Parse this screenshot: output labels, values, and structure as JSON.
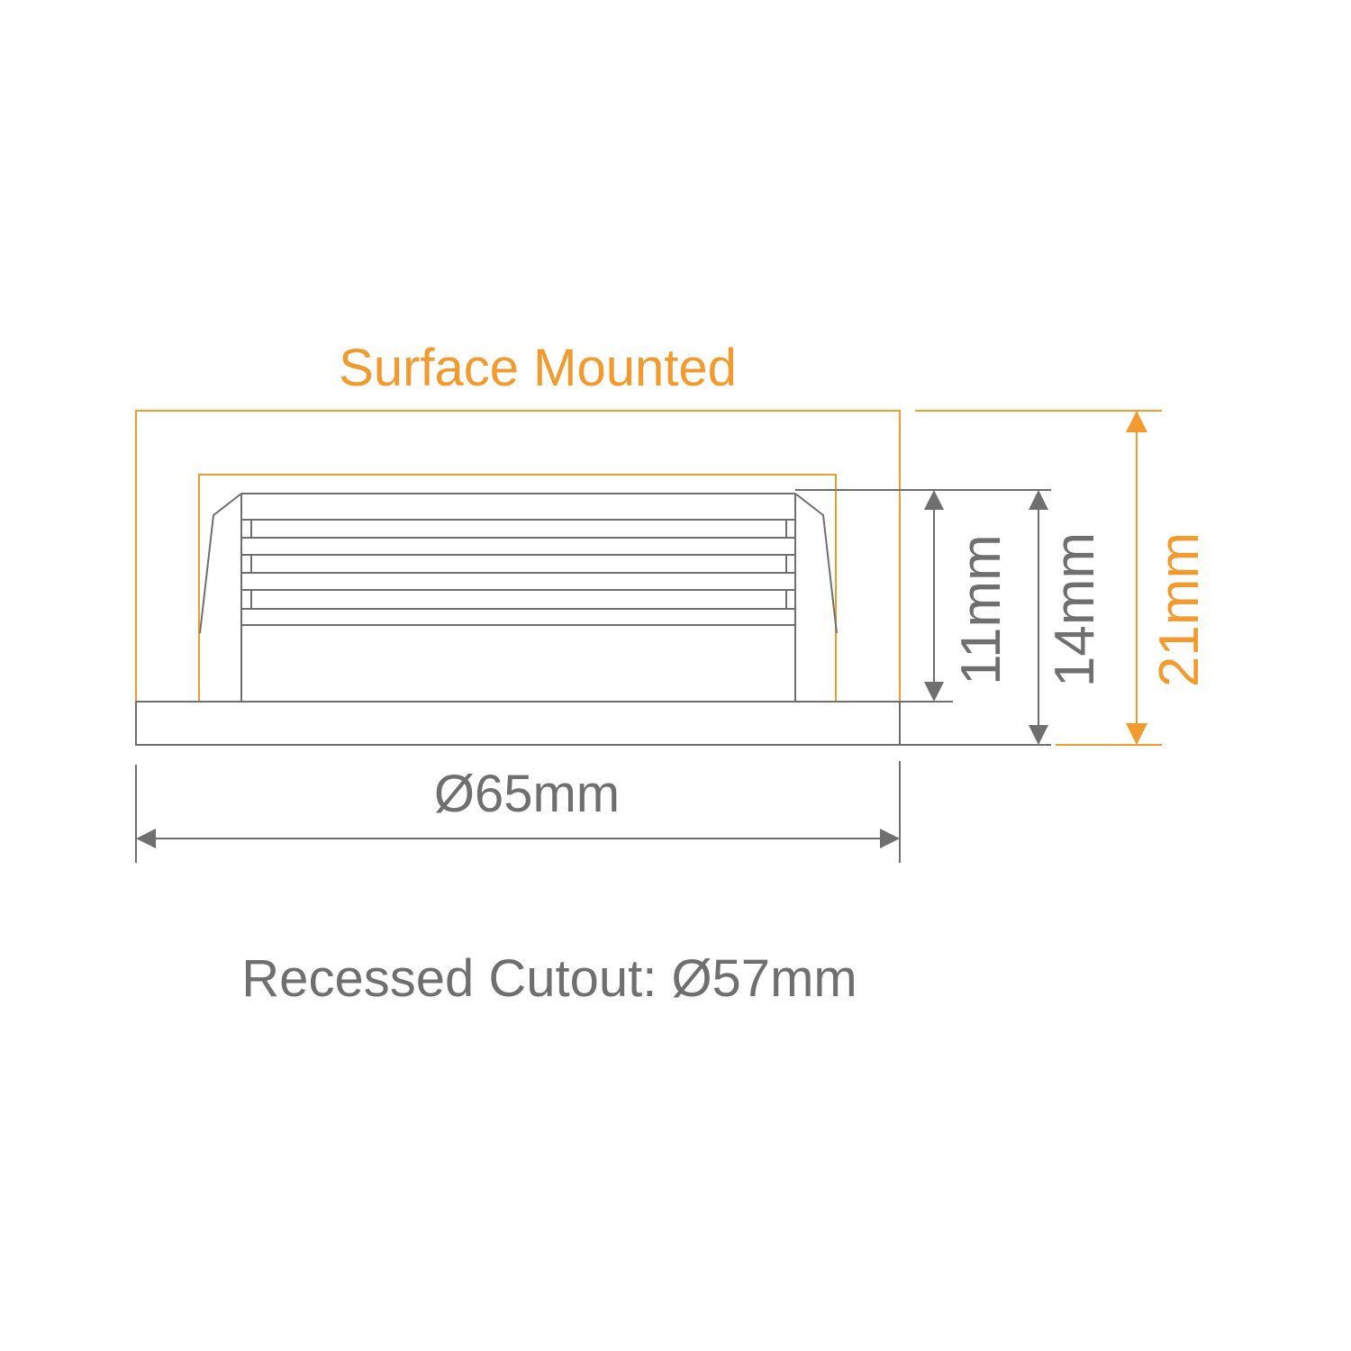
{
  "colors": {
    "accent": "#f29a2e",
    "line": "#6f6f6f",
    "label_gray": "#6f6f6f"
  },
  "title": "Surface Mounted",
  "dimensions": {
    "height_11": "11mm",
    "height_14": "14mm",
    "height_21": "21mm",
    "diameter": "Ø65mm"
  },
  "cutout_note": "Recessed Cutout: Ø57mm"
}
